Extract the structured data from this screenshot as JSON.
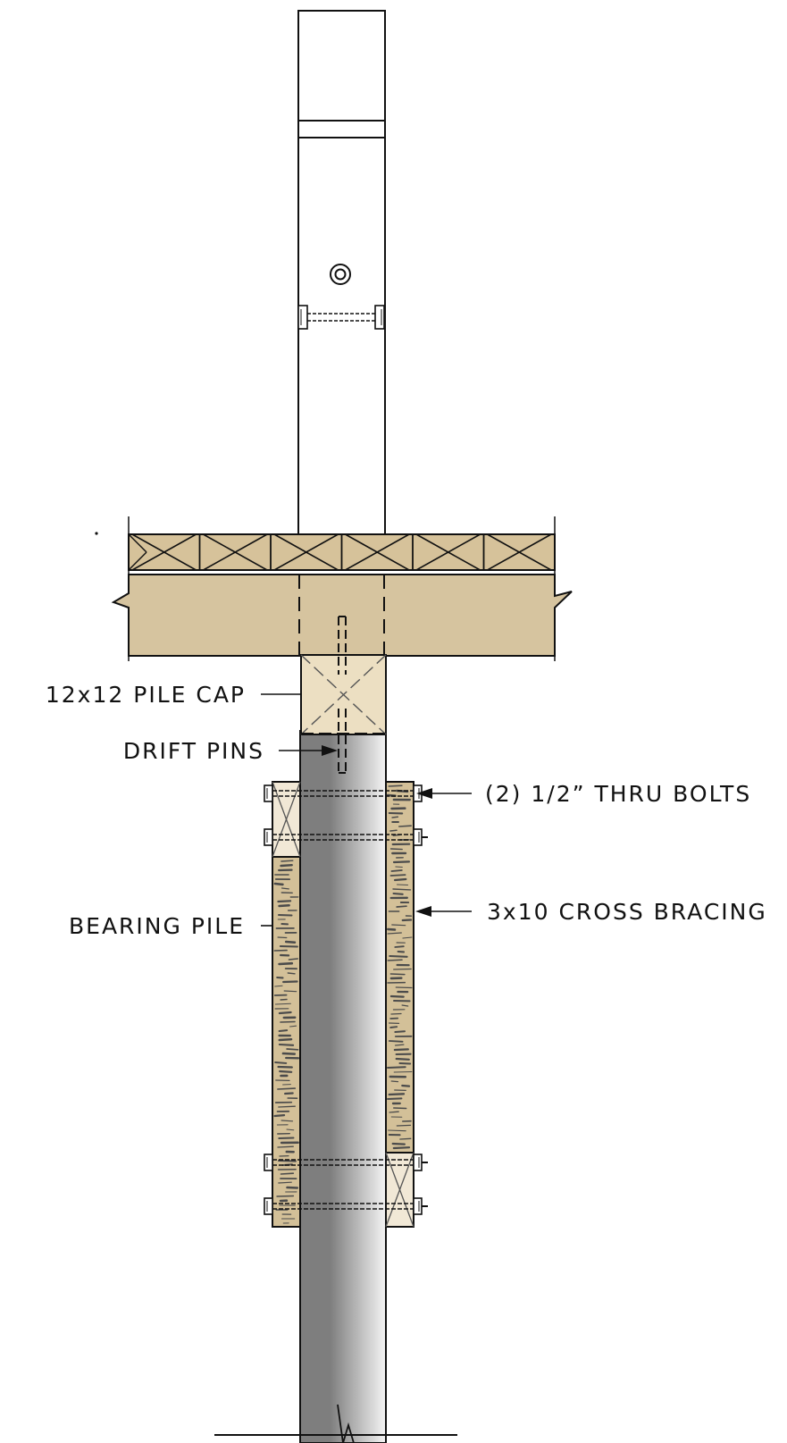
{
  "labels": {
    "pile_cap": "12x12 PILE CAP",
    "drift_pins": "DRIFT PINS",
    "thru_bolts": "(2) 1/2” THRU BOLTS",
    "cross_bracing": "3x10 CROSS BRACING",
    "bearing_pile": "BEARING PILE"
  },
  "colors": {
    "line": "#111111",
    "joist_wood": "#d6c29a",
    "beam_wood": "#d6c49f",
    "pile_cap_wood": "#ecdfc2",
    "brace_wood": "#d3c098",
    "brace_block": "#f1e8d6",
    "pile_dark": "#7e7e7e",
    "pile_light": "#f4f4f4",
    "grain": "#4b4b4b"
  }
}
